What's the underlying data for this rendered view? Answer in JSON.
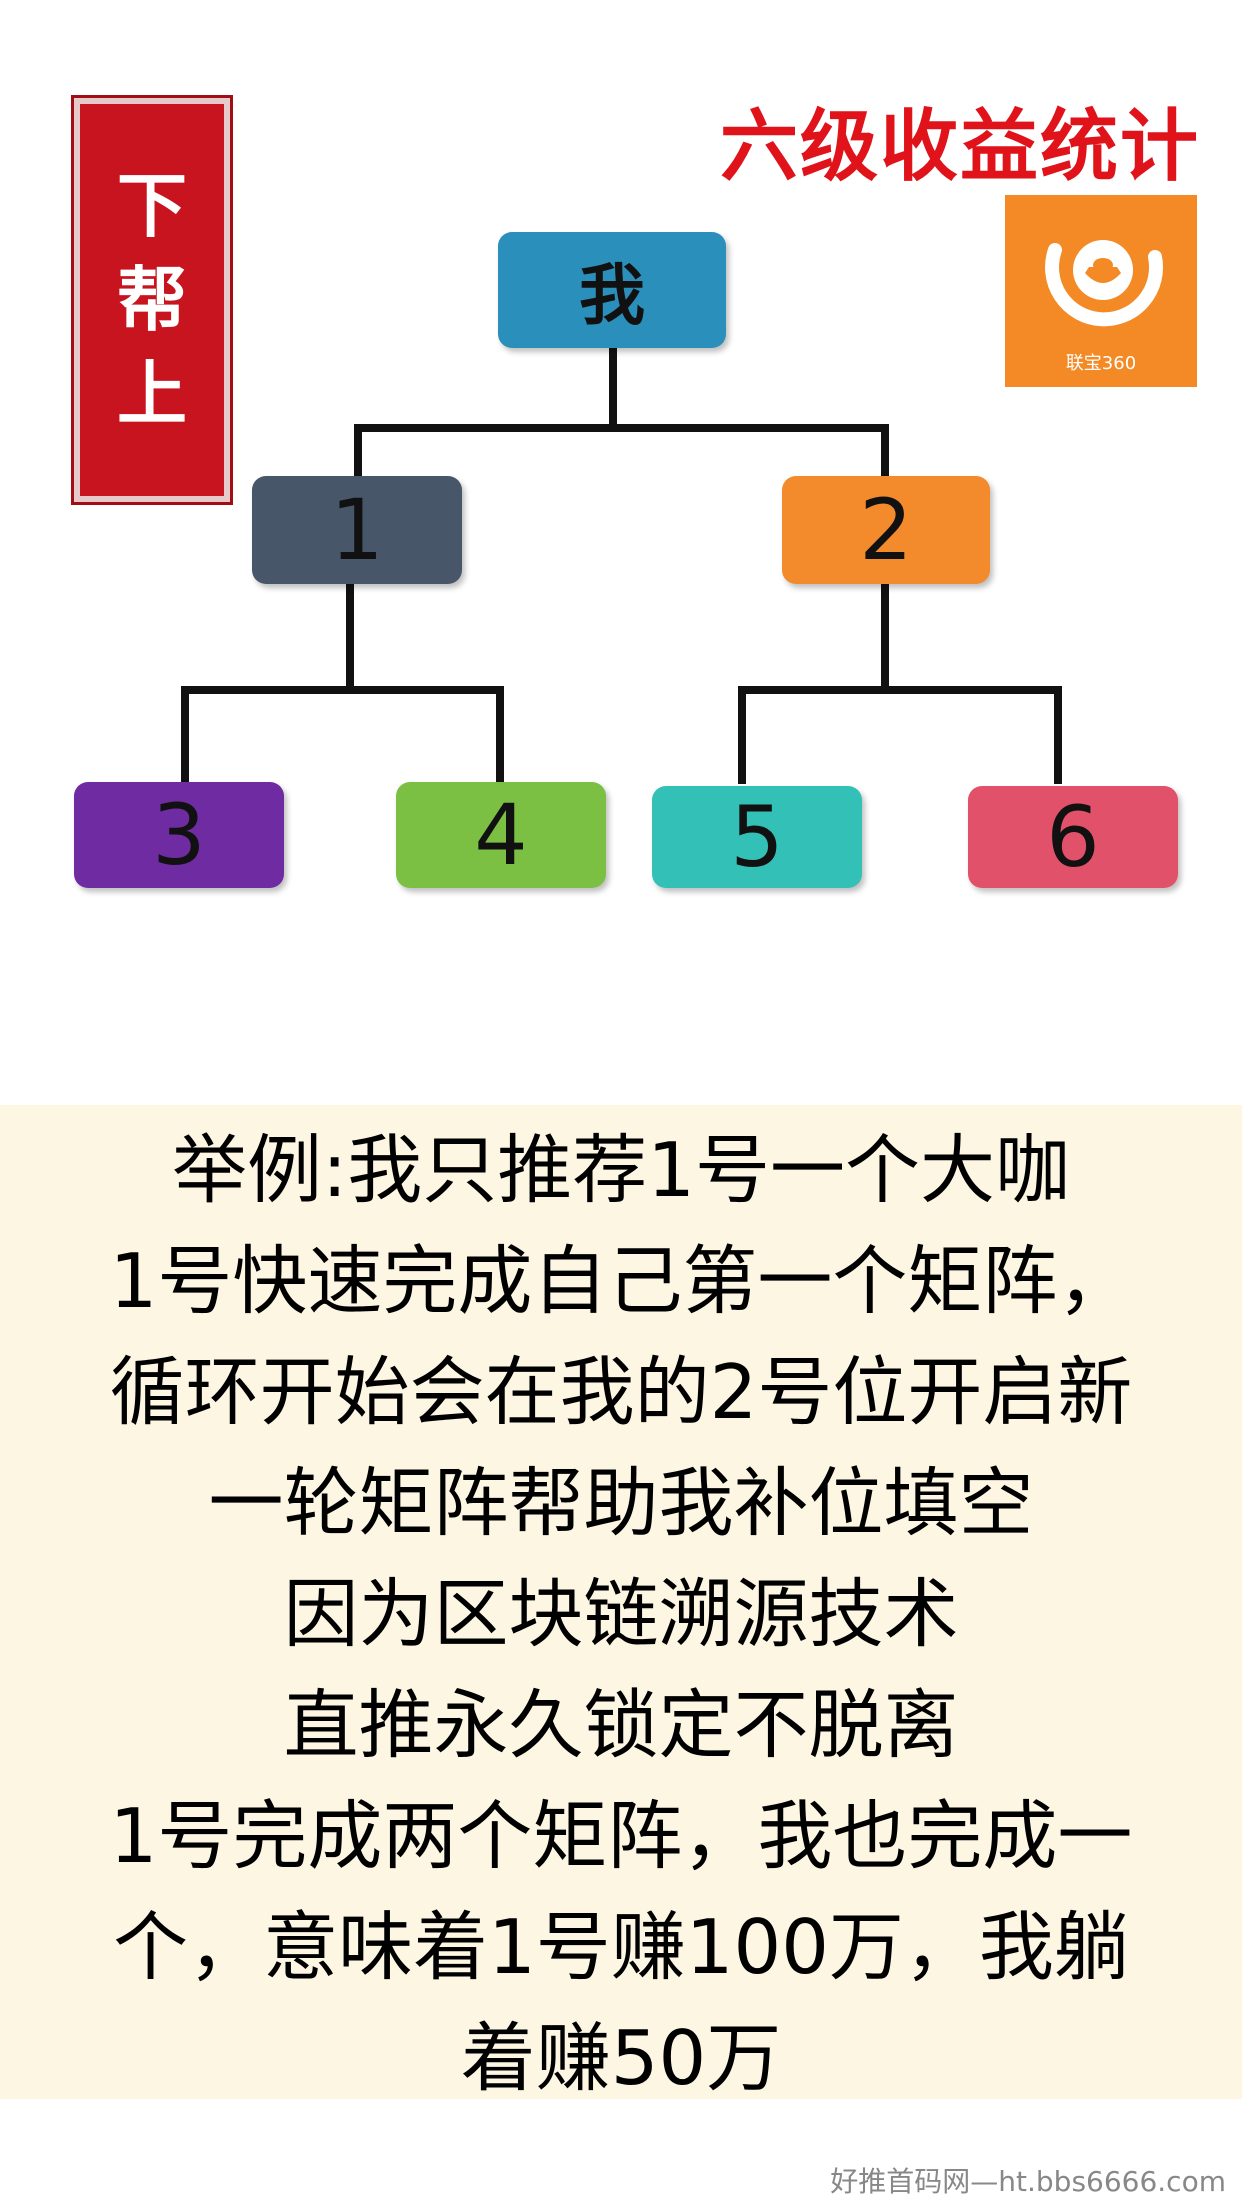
{
  "seal": {
    "chars": [
      "下",
      "帮",
      "上"
    ]
  },
  "title": "六级收益统计",
  "logo": {
    "text": "联宝360",
    "color": "#f38a25"
  },
  "tree": {
    "root": {
      "label": "我",
      "color": "#2b8fbb"
    },
    "level1": [
      {
        "label": "1",
        "color": "#475769"
      },
      {
        "label": "2",
        "color": "#f38a2c"
      }
    ],
    "level2": [
      {
        "label": "3",
        "color": "#6f2ba1"
      },
      {
        "label": "4",
        "color": "#7bc043"
      },
      {
        "label": "5",
        "color": "#33c0b7"
      },
      {
        "label": "6",
        "color": "#e2516a"
      }
    ]
  },
  "body": {
    "lines": [
      "举例:我只推荐1号一个大咖",
      "1号快速完成自己第一个矩阵，",
      "循环开始会在我的2号位开启新",
      "一轮矩阵帮助我补位填空",
      "因为区块链溯源技术",
      "直推永久锁定不脱离",
      "1号完成两个矩阵，我也完成一",
      "个，意味着1号赚100万，我躺",
      "着赚50万"
    ]
  },
  "watermark": "好推首码网—ht.bbs6666.com"
}
